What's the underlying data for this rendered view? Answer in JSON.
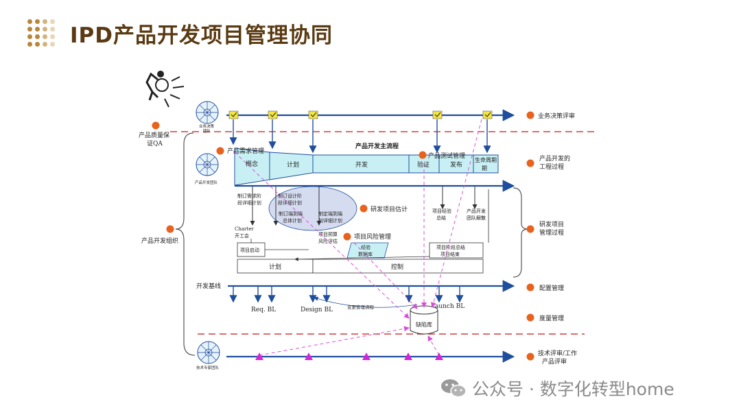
{
  "page": {
    "title": "IPD产品开发项目管理协同"
  },
  "colors": {
    "title": "#5a3a12",
    "accent_orange": "#e8621e",
    "flow_blue": "#1f4e9c",
    "fill_cyan": "#c8f0f4",
    "milestone_yellow": "#f4e640",
    "dashed_red": "#d23a3a",
    "dashed_magenta": "#d84fd8",
    "ellipse_fill": "#d6dcf0",
    "triangle_magenta": "#d624d6"
  },
  "diagram": {
    "left_labels": {
      "qa": [
        "产品质量保",
        "证QA"
      ],
      "org": "产品开发组织"
    },
    "teams": {
      "business": [
        "业务决策",
        "团队"
      ],
      "dev": "产品开发团队",
      "tech": "技术专家团队"
    },
    "right_labels": {
      "business_review": "业务决策评审",
      "engineering": [
        "产品开发的",
        "工程过程"
      ],
      "project_mgmt": [
        "研发项目",
        "管理过程"
      ],
      "config": "配置管理",
      "metrics": "度量管理",
      "tech_review": [
        "技术评审/工作",
        "产品评审"
      ]
    },
    "main_flow": {
      "title": "产品开发主流程",
      "stages": [
        "概念",
        "计划",
        "开发",
        "验证",
        "发布"
      ],
      "lifecycle": [
        "生命周期",
        "期"
      ]
    },
    "callouts": {
      "requirements": "产品需求管理",
      "test": "产品测试管理",
      "estimation": "研发项目估计",
      "risk": "项目风险管理"
    },
    "ellipse_items": [
      [
        "制订需求阶",
        "段详细计划"
      ],
      [
        "制订设计阶",
        "段详细计划"
      ],
      [
        "制订端到端",
        "总体计划"
      ],
      [
        "制定端到端",
        "的详细计划"
      ]
    ],
    "small_texts": {
      "charter": [
        "Charter",
        "开工会"
      ],
      "kickoff": "项目启动",
      "budget": [
        "项目预算",
        "风险评估"
      ],
      "experience_db": [
        "经验",
        "数据库"
      ],
      "experience_summary": [
        "项目经验",
        "总结"
      ],
      "team_dissolve": [
        "产品开发",
        "团队解散"
      ],
      "phase_summary": [
        "项目阶段总结",
        "项目结束"
      ],
      "plan": "计划",
      "control": "控制",
      "baseline": "开发基线",
      "change_flow": "变更管理流程",
      "defect_db": "缺陷库"
    },
    "baselines": {
      "req": "Req. BL",
      "design": "Design BL",
      "launch": "Launch BL"
    }
  },
  "watermark": {
    "text": "公众号 · 数字化转型home"
  }
}
